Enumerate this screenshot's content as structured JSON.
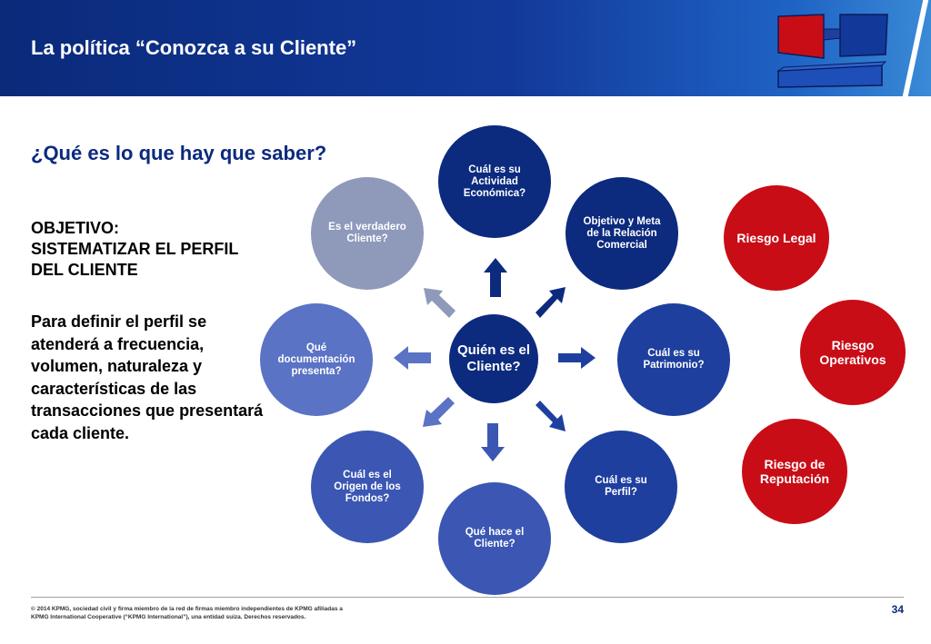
{
  "header": {
    "title": "La política “Conozca a su Cliente”"
  },
  "question": "¿Qué es lo que hay que saber?",
  "objective": {
    "line1": "OBJETIVO:",
    "line2": "SISTEMATIZAR EL PERFIL",
    "line3": "DEL CLIENTE"
  },
  "paragraph": "Para definir el perfil se atenderá a frecuencia, volumen, naturaleza y características de las transacciones que presentará cada cliente.",
  "diagram": {
    "center": "Quién es el Cliente?",
    "nodes": {
      "actividad": "Cuál es su Actividad Económica?",
      "objetivo": "Objetivo y Meta de la Relación Comercial",
      "patrimonio": "Cuál es su Patrimonio?",
      "perfil": "Cuál es su Perfil?",
      "que_hace": "Qué hace el Cliente?",
      "origen": "Cuál es el Origen de los Fondos?",
      "documentacion": "Qué documentación presenta?",
      "verdadero": "Es el verdadero Cliente?"
    },
    "risks": {
      "legal": "Riesgo Legal",
      "operativos": "Riesgo Operativos",
      "reputacion": "Riesgo de Reputación"
    }
  },
  "colors": {
    "navy": "#0c2a7e",
    "royal": "#1e3f9e",
    "medium": "#3b57b3",
    "light": "#5a73c4",
    "pale": "#8f9abb",
    "red": "#c80d17"
  },
  "footer": {
    "copyright_line1": "© 2014 KPMG, sociedad civil y firma miembro de la red de firmas miembro independientes de KPMG afiliadas a",
    "copyright_line2": "KPMG International Cooperative (“KPMG International”), una entidad suiza. Derechos reservados.",
    "page_number": "34"
  }
}
